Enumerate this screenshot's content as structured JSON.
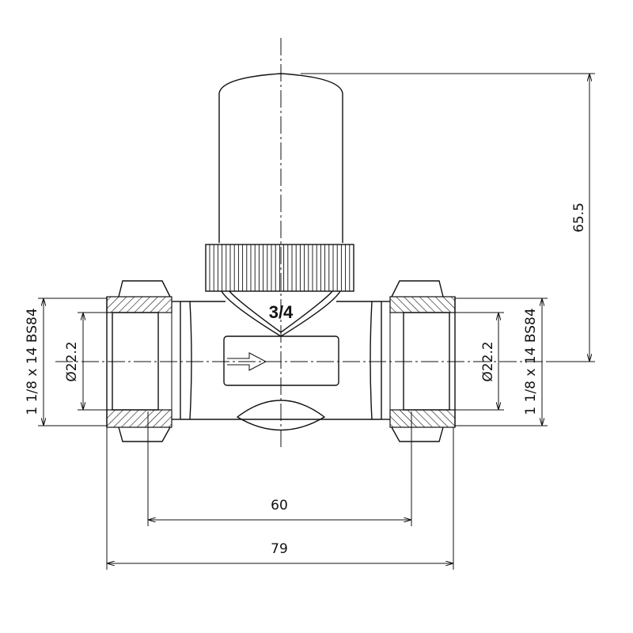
{
  "drawing": {
    "title_marking": "3/4",
    "dimensions": {
      "height": "65.5",
      "inner_span": "60",
      "overall_length": "79",
      "pipe_diameter_left": "Ø22.2",
      "pipe_diameter_right": "Ø22.2",
      "thread_left": "1 1/8 x 14 BS84",
      "thread_right": "1 1/8 x 14 BS84"
    },
    "colors": {
      "line": "#111111",
      "background": "#ffffff"
    }
  }
}
